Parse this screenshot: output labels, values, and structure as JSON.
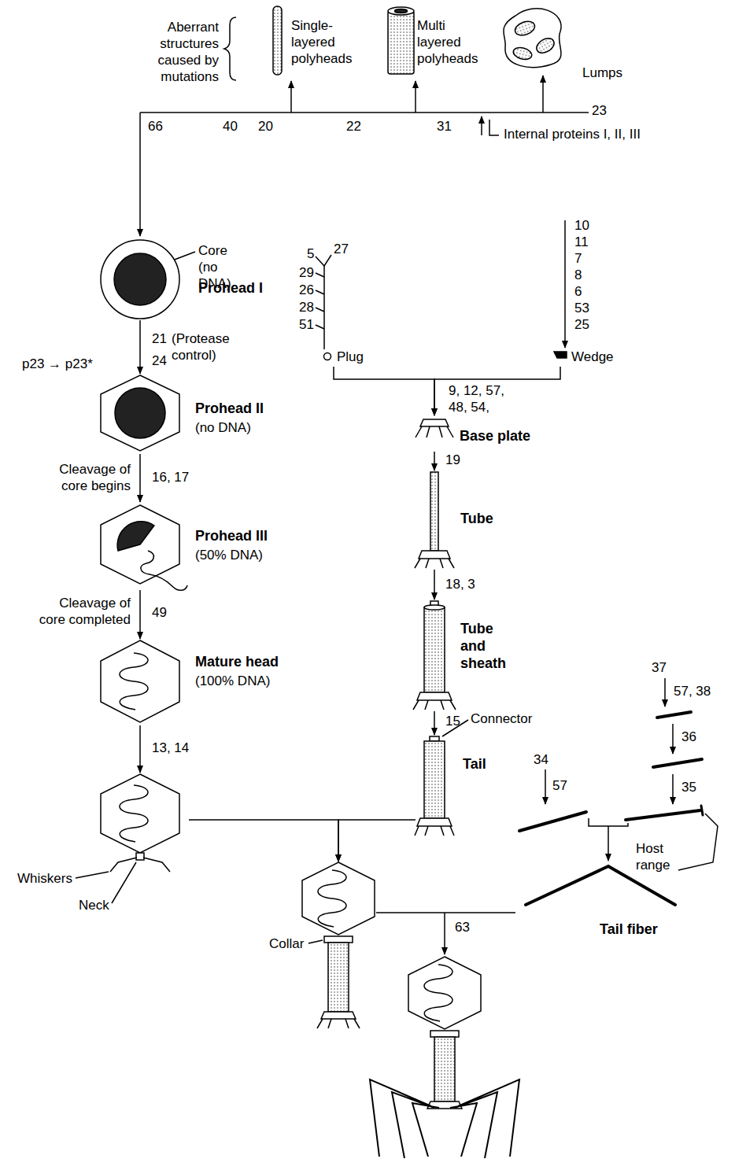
{
  "diagram": {
    "nodes": [
      {
        "text": [
          "Prohead I"
        ]
      },
      {
        "text": [
          "Prohead II",
          "(no DNA)"
        ]
      },
      {
        "text": [
          "Prohead III",
          "(50% DNA)"
        ]
      },
      {
        "text": [
          "Mature head",
          "(100% DNA)"
        ]
      },
      {
        "text": [
          "Whiskers",
          "Neck"
        ]
      },
      {
        "text": [
          "Plug"
        ]
      },
      {
        "text": [
          "Wedge"
        ]
      },
      {
        "text": [
          "Base plate"
        ]
      },
      {
        "text": [
          "Tube"
        ]
      },
      {
        "text": [
          "Tube and sheath"
        ]
      },
      {
        "text": [
          "Tail"
        ]
      },
      {
        "text": [
          "Collar"
        ]
      },
      {
        "text": [
          "Tail fiber"
        ]
      }
    ],
    "edges": [
      {
        "from": 0,
        "to": 1,
        "arrow": "to"
      },
      {
        "from": 1,
        "to": 2,
        "arrow": "to"
      },
      {
        "from": 2,
        "to": 3,
        "arrow": "to"
      },
      {
        "from": 3,
        "to": 4,
        "arrow": "to"
      },
      {
        "from": 5,
        "to": 7,
        "arrow": "to"
      },
      {
        "from": 6,
        "to": 7,
        "arrow": "to"
      },
      {
        "from": 7,
        "to": 8,
        "arrow": "to"
      },
      {
        "from": 8,
        "to": 9,
        "arrow": "to"
      },
      {
        "from": 9,
        "to": 10,
        "arrow": "to"
      },
      {
        "from": 4,
        "to": 11,
        "arrow": "to"
      },
      {
        "from": 10,
        "to": 11,
        "arrow": "to"
      }
    ],
    "labels": [
      "Aberrant structures caused by mutations",
      "Single- layered polyheads",
      "Multi layered polyheads",
      "Lumps",
      "66",
      "40",
      "20",
      "22",
      "31",
      "23",
      "Internal proteins I, II, III",
      "Core (no DNA)",
      "21",
      "(Protease control)",
      "24",
      "p23 → p23*",
      "Cleavage of core begins",
      "16, 17",
      "Cleavage of core completed",
      "49",
      "13, 14",
      "5",
      "27",
      "29",
      "26",
      "28",
      "51",
      "10",
      "11",
      "7",
      "8",
      "6",
      "53",
      "25",
      "9, 12, 57, 48, 54,",
      "19",
      "18, 3",
      "15",
      "Connector",
      "37",
      "57, 38",
      "36",
      "35",
      "Host range",
      "34",
      "57",
      "63"
    ]
  }
}
